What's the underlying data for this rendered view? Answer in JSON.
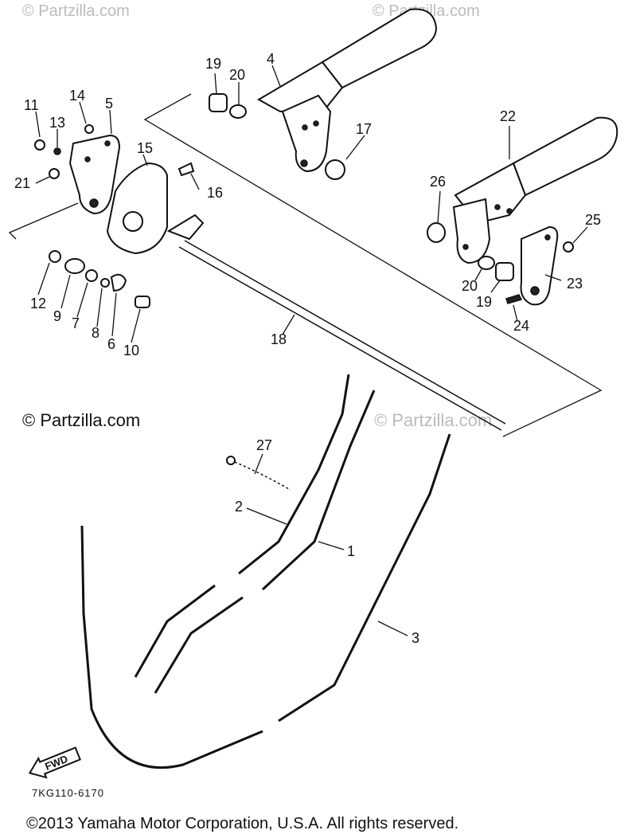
{
  "watermarks": {
    "top_left": "© Partzilla.com",
    "top_center": "© Partzilla.com",
    "middle_left": "© Partzilla.com",
    "middle_right": "© Partzilla.com"
  },
  "part_labels": {
    "p1": "1",
    "p2": "2",
    "p3": "3",
    "p4": "4",
    "p5": "5",
    "p6": "6",
    "p7": "7",
    "p8": "8",
    "p9": "9",
    "p10": "10",
    "p11": "11",
    "p12": "12",
    "p13": "13",
    "p14": "14",
    "p15": "15",
    "p16": "16",
    "p17": "17",
    "p18": "18",
    "p19a": "19",
    "p19b": "19",
    "p20a": "20",
    "p20b": "20",
    "p21": "21",
    "p22": "22",
    "p23": "23",
    "p24": "24",
    "p25": "25",
    "p26": "26",
    "p27": "27"
  },
  "fwd_label": "FWD",
  "diagram_code": "7KG110-6170",
  "copyright": "©2013  Yamaha Motor Corporation, U.S.A. All rights reserved."
}
